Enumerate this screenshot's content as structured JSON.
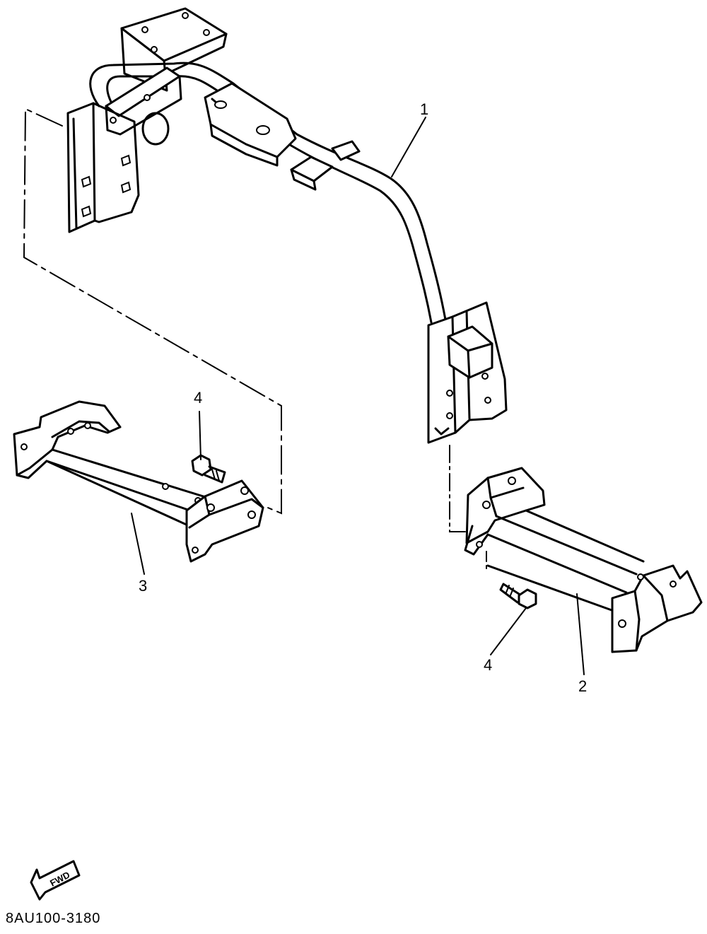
{
  "callouts": {
    "part1": "1",
    "part2": "2",
    "part3": "3",
    "part4a": "4",
    "part4b": "4"
  },
  "fwd_label": "FWD",
  "figure_code": "8AU100-3180"
}
